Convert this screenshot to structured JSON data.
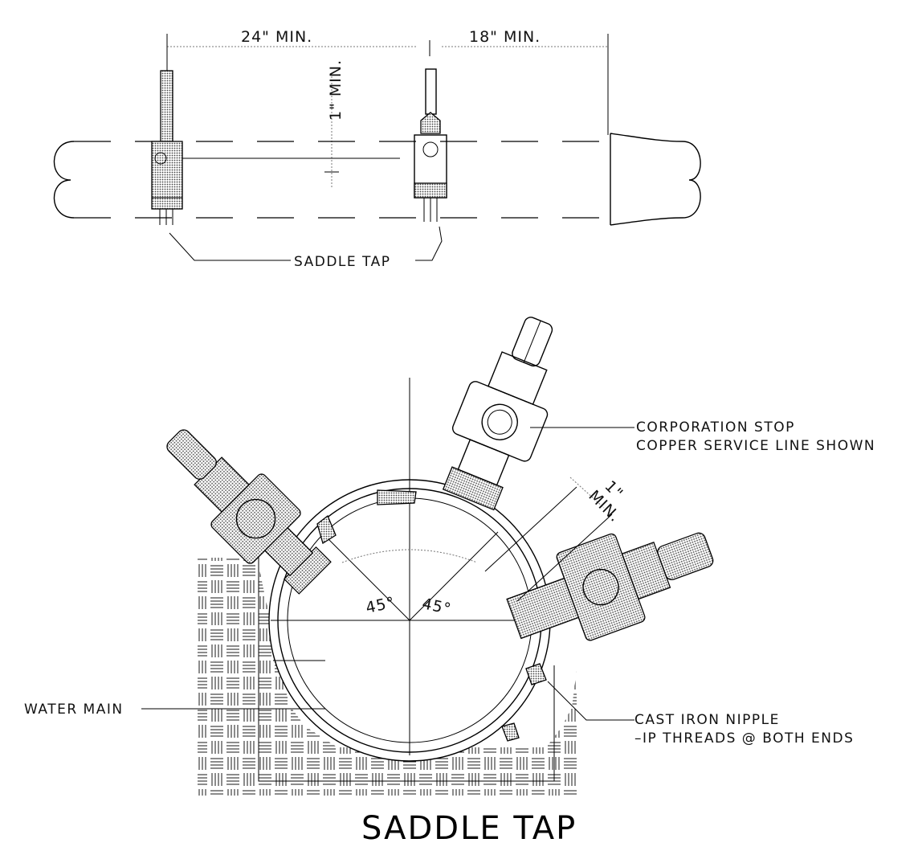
{
  "drawing": {
    "title": "SADDLE TAP",
    "top_view": {
      "dim_24": "24\" MIN.",
      "dim_18": "18\" MIN.",
      "dim_1_vertical": "1\" MIN.",
      "saddle_tap_label": "SADDLE TAP"
    },
    "section_view": {
      "corporation_stop_line1": "CORPORATION STOP",
      "corporation_stop_line2": "COPPER SERVICE LINE SHOWN",
      "cast_iron_nipple_line1": "CAST IRON NIPPLE",
      "cast_iron_nipple_line2": "–IP THREADS @ BOTH ENDS",
      "water_main_label": "WATER MAIN",
      "angle_left": "45°",
      "angle_right": "45°",
      "dim_1_line1": "1\"",
      "dim_1_line2": "MIN."
    }
  }
}
